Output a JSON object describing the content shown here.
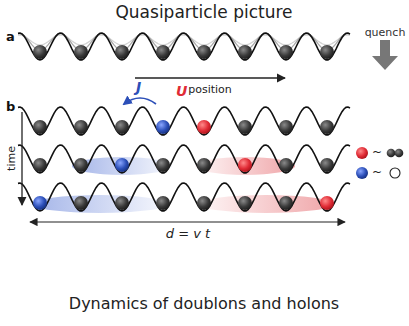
{
  "diagram": {
    "title": "Quasiparticle picture",
    "caption": "Dynamics of doublons and holons",
    "labels": [
      "a",
      "quench",
      "position",
      "b",
      "J",
      "U",
      "time",
      "~",
      "~",
      "d = v t"
    ]
  }
}
